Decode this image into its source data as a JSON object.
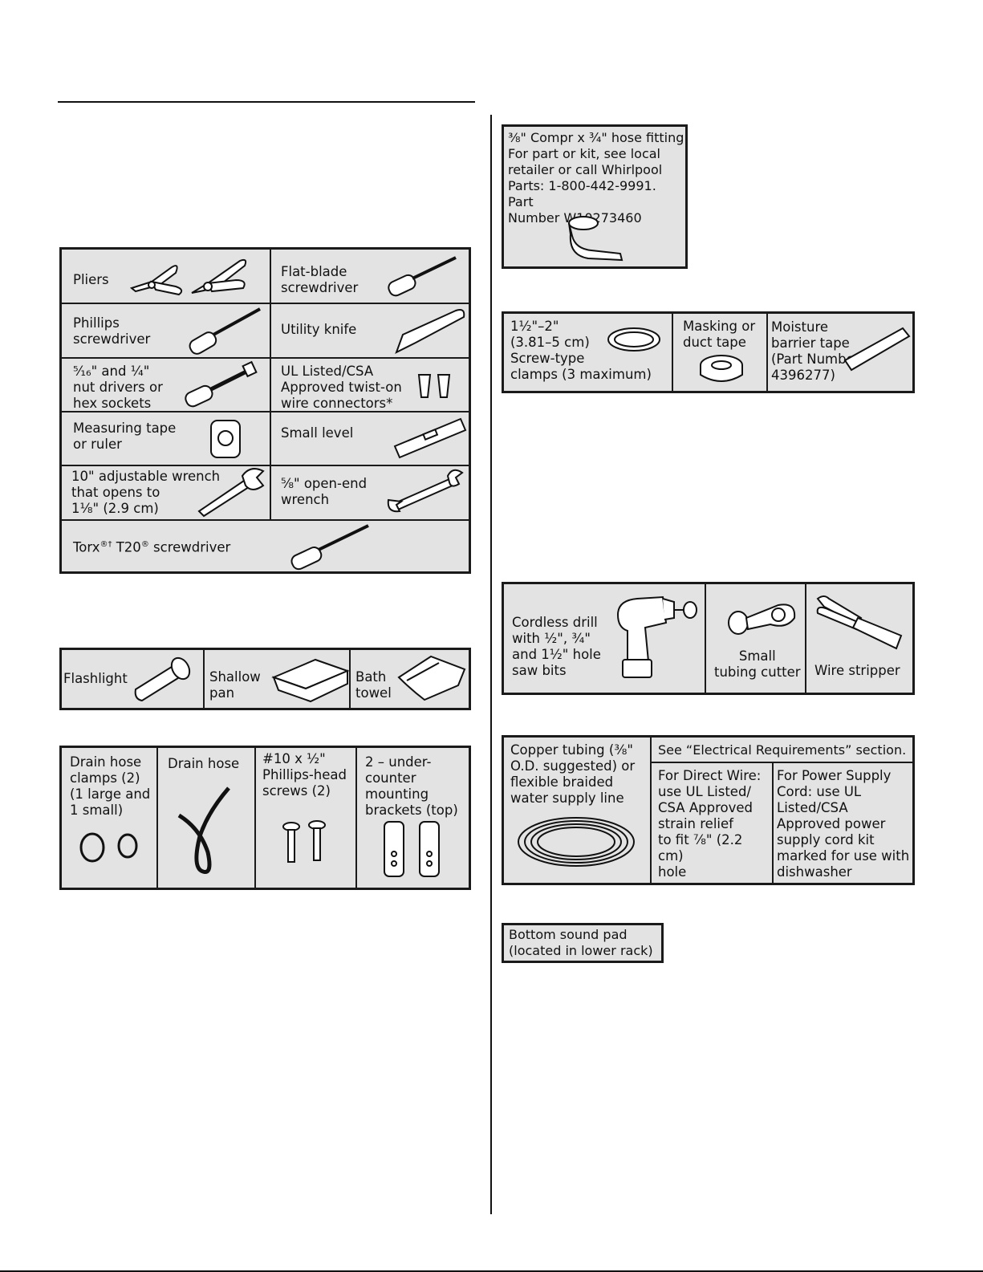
{
  "tools_table": {
    "pliers": "Pliers",
    "flat_blade": "Flat-blade\nscrewdriver",
    "phillips": "Phillips\nscrewdriver",
    "utility_knife": "Utility knife",
    "nut_drivers": "⁵⁄₁₆\" and ¼\"\nnut drivers or\nhex sockets",
    "wire_connectors": "UL Listed/CSA\nApproved twist-on\nwire connectors*",
    "measuring_tape": "Measuring tape\nor ruler",
    "small_level": "Small level",
    "adjustable_wrench": "10\" adjustable wrench\nthat opens to\n1⅛\" (2.9 cm)",
    "open_end_wrench": "⅝\" open-end\nwrench",
    "torx_prefix": "Torx",
    "torx_sup1": "®†",
    "torx_mid": " T20",
    "torx_sup2": "®",
    "torx_suffix": " screwdriver"
  },
  "helpful_table": {
    "flashlight": "Flashlight",
    "shallow_pan": "Shallow\npan",
    "bath_towel": "Bath\ntowel"
  },
  "parts_table": {
    "drain_hose_clamps": "Drain hose\nclamps (2)\n(1 large and\n1 small)",
    "drain_hose": "Drain hose",
    "screws": "#10 x ½\"\nPhillips-head\nscrews (2)",
    "brackets": "2 – under-\ncounter\nmounting\nbrackets (top)"
  },
  "hose_fitting": {
    "text": "⅜\" Compr x ¾\" hose fitting\nFor part or kit, see local\nretailer or call Whirlpool\nParts: 1-800-442-9991. Part\nNumber W10273460"
  },
  "clamps_table": {
    "clamps": "1½\"–2\"\n(3.81–5 cm)\nScrew-type\nclamps (3 maximum)",
    "tape": "Masking or\nduct tape",
    "barrier": "Moisture\nbarrier tape\n(Part Number\n4396277)"
  },
  "drill_table": {
    "drill": "Cordless drill\nwith ½\", ¾\"\nand 1½\" hole\nsaw bits",
    "tubing_cutter": "Small\ntubing cutter",
    "wire_stripper": "Wire stripper"
  },
  "supply_table": {
    "copper": "Copper tubing (⅜\"\nO.D. suggested) or\nflexible braided\nwater supply line",
    "see_section": "See “Electrical Requirements” section.",
    "direct_wire": "For Direct Wire:\nuse UL Listed/\nCSA Approved\nstrain relief\nto fit ⅞\" (2.2 cm)\nhole",
    "power_cord": "For Power Supply\nCord: use UL\nListed/CSA\nApproved power\nsupply cord kit\nmarked for use with\ndishwasher"
  },
  "sound_pad": {
    "text": "Bottom sound pad\n(located in lower rack)"
  }
}
